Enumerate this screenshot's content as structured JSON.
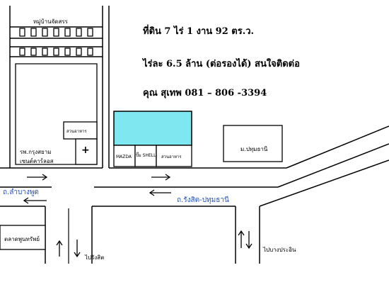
{
  "info": {
    "land_size": "ที่ดิน 7 ไร่ 1 งาน 92 ตร.ว.",
    "price": "ไร่ละ 6.5 ล้าน (ต่อรองได้) สนใจติดต่อ",
    "contact": "คุณ สุเทพ 081 – 806 -3394"
  },
  "labels": {
    "village": "หมู่บ้านจัดสรร",
    "food_shop_left": "สวนอาหาร",
    "hospital_line1": "รพ.กรุงสยาม",
    "hospital_line2": "เซนต์คาร์ลอส",
    "mazda": "MAZDA",
    "shell": "ปั๊ม SHELL",
    "food_shop_right": "สวนอาหาร",
    "university": "ม.ปทุมธานี",
    "market": "ตลาดพูนทรัพย์",
    "to_rangsit": "ไปรังสิต",
    "to_bangprain": "ไปบางประอิน",
    "cross_symbol": "+"
  },
  "roads": {
    "left_road": "ถ.ลำบางพูด",
    "main_road": "ถ.รังสิต-ปทุมธานี"
  },
  "colors": {
    "land_plot": "#7fe7ef",
    "road_label": "#1f4fbf",
    "line": "#000000"
  }
}
